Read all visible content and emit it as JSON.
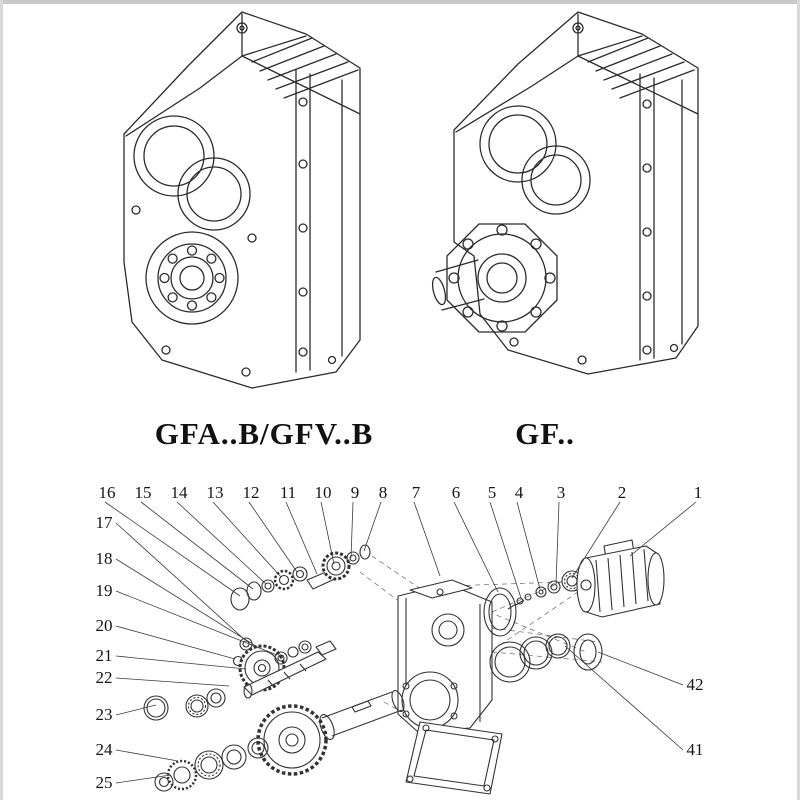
{
  "page": {
    "background": "#ffffff",
    "ink_color": "#2b2b2b",
    "description": "Gear reducer catalog page with two isometric housing drawings and an exploded parts diagram"
  },
  "models": {
    "left": {
      "name": "GFA..B/GFV..B"
    },
    "right": {
      "name": "GF.."
    }
  },
  "exploded": {
    "top_callouts": [
      "16",
      "15",
      "14",
      "13",
      "12",
      "11",
      "10",
      "9",
      "8",
      "7",
      "6",
      "5",
      "4",
      "3",
      "2",
      "1"
    ],
    "left_callouts": [
      "17",
      "18",
      "19",
      "20",
      "21",
      "22",
      "23",
      "24",
      "25"
    ],
    "right_callouts": [
      "42",
      "41"
    ]
  }
}
